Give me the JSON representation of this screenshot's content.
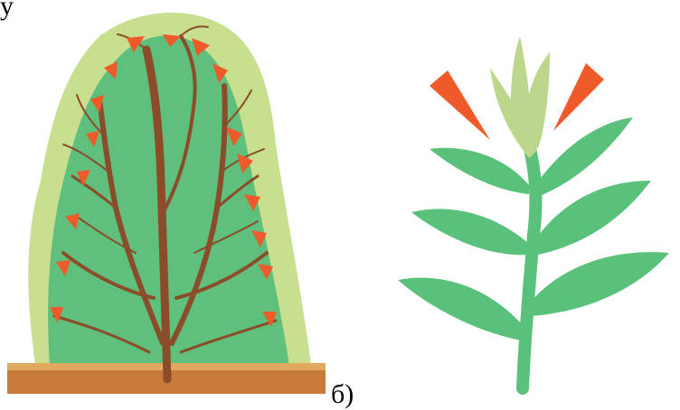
{
  "labels": {
    "top_fragment": "у",
    "panel_b": "б)"
  },
  "colors": {
    "outer_foliage": "#c7df8f",
    "inner_foliage": "#5fbf7c",
    "trunk": "#8b4c2a",
    "ground": "#c87a3c",
    "ground_light": "#e1a860",
    "arrow": "#ef5a2a",
    "leaf": "#5ac17a",
    "bud": "#bcd68c",
    "background": "#ffffff"
  },
  "icons": [
    "pruned-shrub-illustration",
    "pinched-plant-illustration",
    "cut-arrow-icon"
  ]
}
